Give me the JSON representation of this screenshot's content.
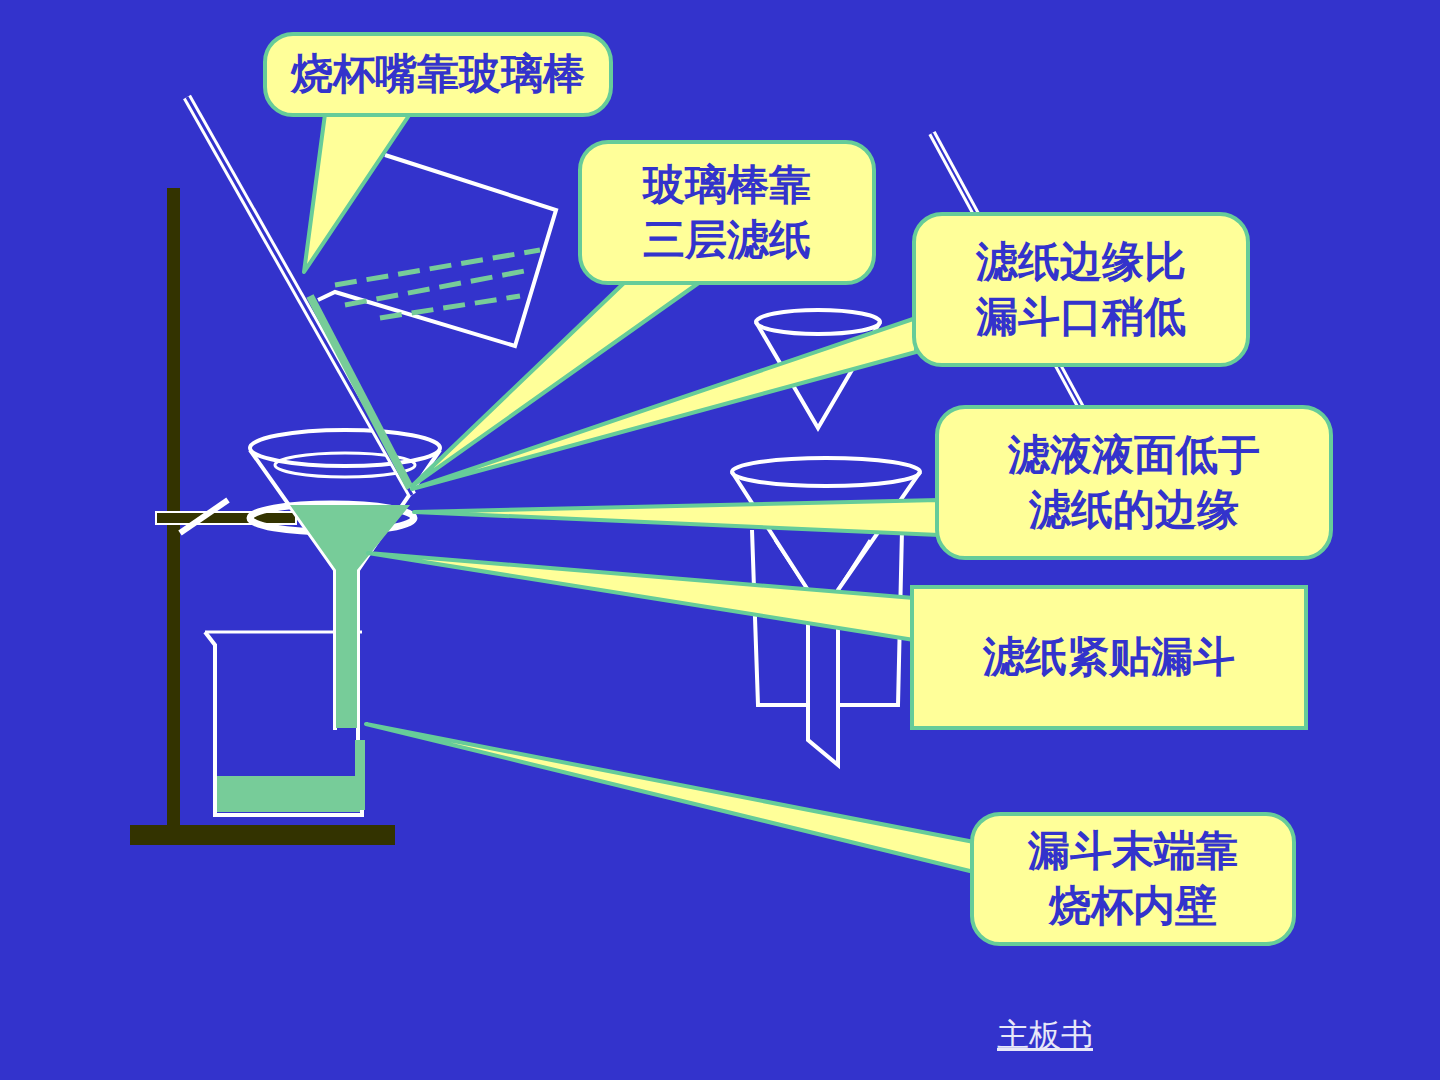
{
  "diagram": {
    "nodes": [
      {
        "text": [
          "烧杯嘴靠玻璃棒"
        ]
      },
      {
        "text": [
          "玻璃棒靠 三层滤纸"
        ]
      },
      {
        "text": [
          "滤纸边缘比 漏斗口稍低"
        ]
      },
      {
        "text": [
          "滤液液面低于 滤纸的边缘"
        ]
      },
      {
        "text": [
          "滤纸紧贴漏斗"
        ]
      },
      {
        "text": [
          "漏斗末端靠 烧杯内壁"
        ]
      }
    ],
    "labels": [
      "主板书"
    ]
  }
}
